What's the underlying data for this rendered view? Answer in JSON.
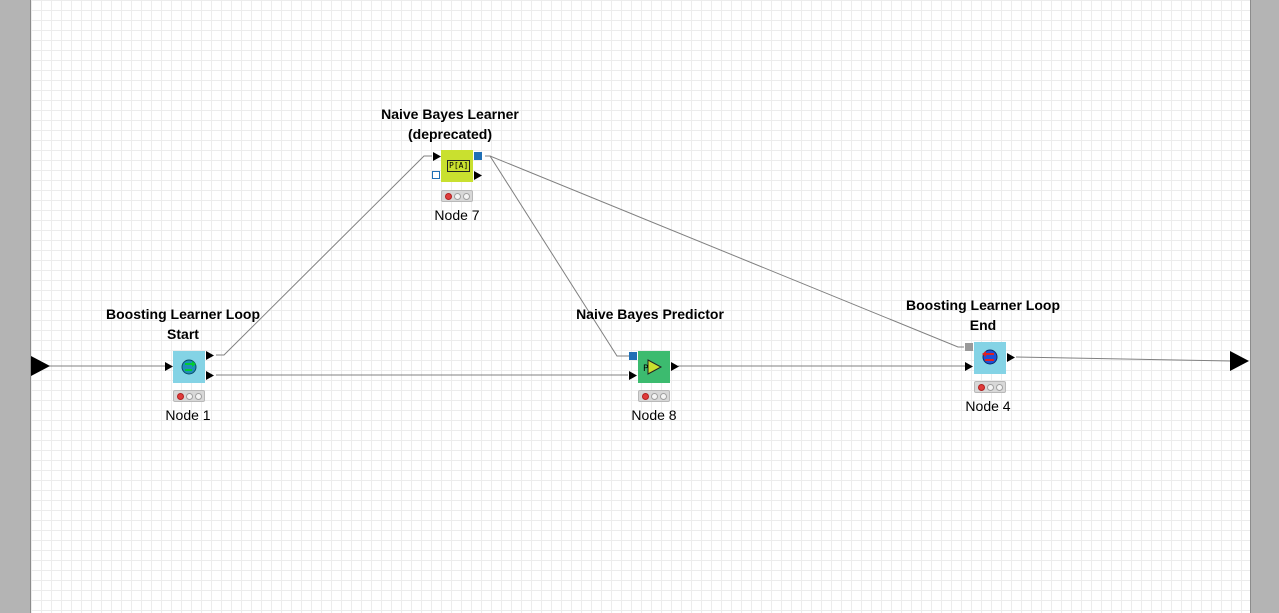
{
  "nodes": {
    "node1": {
      "title": "Boosting Learner Loop Start",
      "label": "Node 1",
      "color": "#84d3e5"
    },
    "node7": {
      "title": "Naive Bayes Learner (deprecated)",
      "label": "Node 7",
      "icon_text": "P[A]",
      "color": "#c9e02f"
    },
    "node8": {
      "title": "Naive Bayes Predictor",
      "label": "Node 8",
      "color": "#3cbb6f"
    },
    "node4": {
      "title": "Boosting Learner Loop End",
      "label": "Node 4",
      "color": "#84d3e5"
    }
  },
  "colors": {
    "canvas": "#ffffff",
    "grid": "#ececec",
    "frame": "#b4b4b4",
    "wire": "#808080",
    "model_port": "#1f6fb5",
    "status_red": "#e03c3c"
  }
}
